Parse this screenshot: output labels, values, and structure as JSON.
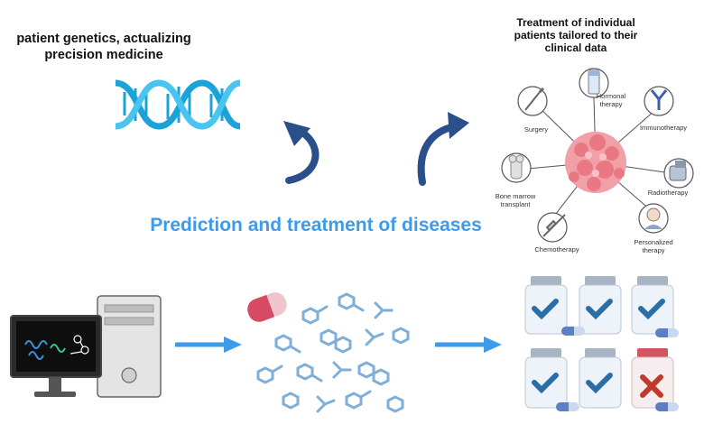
{
  "texts": {
    "left_heading": "patient genetics, actualizing precision medicine",
    "right_heading": "Treatment of individual patients tailored to their clinical data",
    "main_title": "Prediction and treatment of diseases"
  },
  "treatments": [
    {
      "label": "Hormonal therapy",
      "icon": "vial-icon"
    },
    {
      "label": "Immunotherapy",
      "icon": "antibody-icon"
    },
    {
      "label": "Radiotherapy",
      "icon": "radiation-machine-icon"
    },
    {
      "label": "Personalized therapy",
      "icon": "person-icon"
    },
    {
      "label": "Chemotherapy",
      "icon": "syringe-icon"
    },
    {
      "label": "Bone marrow transplant",
      "icon": "bone-icon"
    },
    {
      "label": "Surgery",
      "icon": "scalpel-icon"
    }
  ],
  "colors": {
    "accent_blue": "#3d9be9",
    "dna_blue": "#1aa3d9",
    "arrow_navy": "#2b4f8a",
    "tumor_pink": "#f2a0a8",
    "check_blue": "#2a6ea8",
    "cross_red": "#c0392b",
    "molecule_blue": "#7faed8"
  }
}
